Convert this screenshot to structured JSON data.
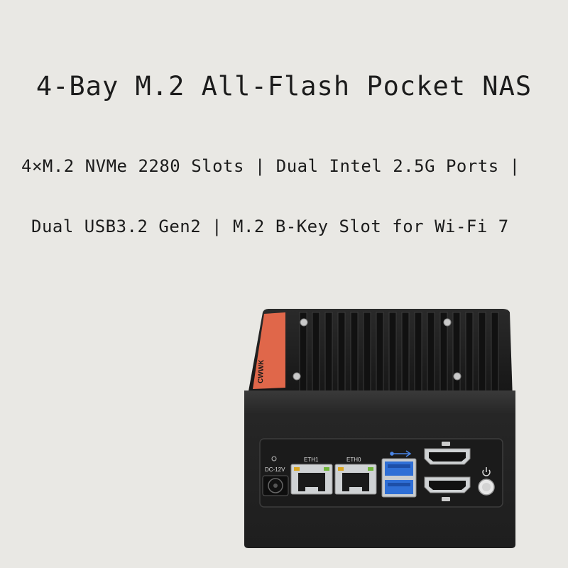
{
  "title": "4-Bay M.2 All-Flash Pocket NAS",
  "features": {
    "line1": "4×M.2 NVMe 2280 Slots | Dual Intel 2.5G Ports |",
    "line2": "Dual USB3.2 Gen2 | M.2 B-Key Slot for Wi-Fi 7"
  },
  "device": {
    "ports": {
      "dc_label": "DC-12V",
      "eth1_label": "ETH1",
      "eth0_label": "ETH0"
    },
    "icons": [
      "usb-ss-icon",
      "hdmi-icon",
      "power-icon"
    ],
    "colors": {
      "body": "#2b2b2b",
      "accent_stripe": "#e0674a",
      "usb_port": "#2f6fd6",
      "led_green": "#6fb43a",
      "led_amber": "#d9a521"
    }
  }
}
